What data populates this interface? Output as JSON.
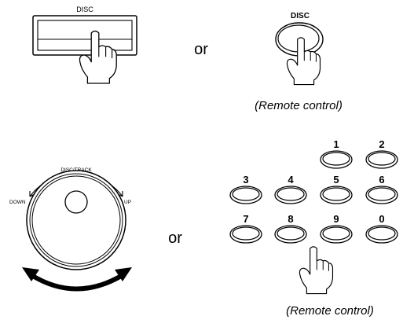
{
  "top_left": {
    "label": "DISC"
  },
  "top_middle": {
    "or": "or"
  },
  "top_right": {
    "label": "DISC",
    "caption": "(Remote control)"
  },
  "bottom_left": {
    "label": "DISC/TRACK",
    "down": "DOWN",
    "up": "UP"
  },
  "bottom_middle": {
    "or": "or"
  },
  "keypad": {
    "keys": [
      "1",
      "2",
      "3",
      "4",
      "5",
      "6",
      "7",
      "8",
      "9",
      "0"
    ],
    "caption": "(Remote control)"
  },
  "icons": [
    "hand-pointer-icon",
    "rotate-arrow-icon"
  ]
}
